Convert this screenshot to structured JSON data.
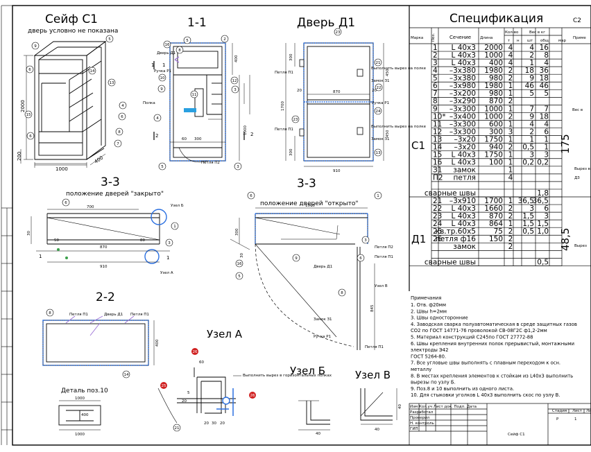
{
  "views": {
    "safe_title": "Сейф С1",
    "safe_note": "дверь условно не показана",
    "section_11": "1-1",
    "door_title": "Дверь Д1",
    "section_33a": "3-3",
    "section_33a_sub": "положение дверей \"закрыто\"",
    "section_33b": "3-3",
    "section_33b_sub": "положение дверей \"открыто\"",
    "section_22": "2-2",
    "detail_title": "Деталь поз.10",
    "node_a": "Узел А",
    "node_b": "Узел Б",
    "node_c": "Узел В"
  },
  "labels": {
    "petlya_p2": "Петля П2",
    "petlya_p1": "Петля П1",
    "zamok_z1": "Замок З1",
    "ruchka_r1": "Ручка Р1",
    "dver_d1": "Дверь Д1",
    "polka": "Полка",
    "zamok_b": "Замок З1",
    "uzel_a": "Узел А",
    "uzel_b": "Узел Б",
    "uzel_v": "Узел В",
    "vypolnit": "Выполнить вырез в горизонтальных полках",
    "vypolnit_note": "Выполнить вырез на полке"
  },
  "dims": {
    "h2000": "2000",
    "h200": "200",
    "w1000": "1000",
    "d400": "400",
    "w700": "700",
    "w870": "870",
    "w910": "910",
    "w1000b": "1000",
    "h300": "300",
    "h1700": "1700",
    "h450": "450",
    "h400": "400",
    "h870": "870",
    "w60": "60",
    "w30": "30",
    "w20": "20",
    "w40": "40",
    "w50": "50",
    "w80": "80",
    "w5": "5",
    "w845": "845"
  },
  "spec": {
    "title": "Спецификация",
    "sheet_code": "С2",
    "headers": {
      "marka": "Марка",
      "poz": "Поз.",
      "sechenie": "Сечение",
      "dlina": "Длина",
      "kolvo": "Кол-во",
      "m": "т",
      "n": "н",
      "ves": "Вес в кг",
      "sht": "шт",
      "obshch": "общ",
      "mar": "мар",
      "prim": "Приме"
    },
    "groups": [
      {
        "marka": "С1",
        "total": "175"
      },
      {
        "marka": "Д1",
        "total": "48,5"
      }
    ],
    "rows": [
      {
        "poz": "1",
        "sech": "L  40x3",
        "dl": "2000",
        "t": "4",
        "n": "",
        "sht": "4",
        "obsh": "16"
      },
      {
        "poz": "2",
        "sech": "L  40x3",
        "dl": "1000",
        "t": "4",
        "n": "",
        "sht": "2",
        "obsh": "8"
      },
      {
        "poz": "3",
        "sech": "L  40x3",
        "dl": "400",
        "t": "4",
        "n": "",
        "sht": "1",
        "obsh": "4"
      },
      {
        "poz": "4",
        "sech": "–3x380",
        "dl": "1980",
        "t": "2",
        "n": "",
        "sht": "18",
        "obsh": "36"
      },
      {
        "poz": "5",
        "sech": "–3x380",
        "dl": "980",
        "t": "2",
        "n": "",
        "sht": "9",
        "obsh": "18"
      },
      {
        "poz": "6",
        "sech": "–3x980",
        "dl": "1980",
        "t": "1",
        "n": "",
        "sht": "46",
        "obsh": "46"
      },
      {
        "poz": "7",
        "sech": "–3x200",
        "dl": "980",
        "t": "1",
        "n": "",
        "sht": "5",
        "obsh": "5"
      },
      {
        "poz": "8",
        "sech": "–3x290",
        "dl": "870",
        "t": "2",
        "n": "",
        "sht": "",
        "obsh": ""
      },
      {
        "poz": "9",
        "sech": "–3x300",
        "dl": "1000",
        "t": "1",
        "n": "",
        "sht": "7",
        "obsh": "7"
      },
      {
        "poz": "10*",
        "sech": "–3x400",
        "dl": "1000",
        "t": "2",
        "n": "",
        "sht": "9",
        "obsh": "18"
      },
      {
        "poz": "11",
        "sech": "–3x300",
        "dl": "600",
        "t": "1",
        "n": "",
        "sht": "4",
        "obsh": "4"
      },
      {
        "poz": "12",
        "sech": "–3x300",
        "dl": "300",
        "t": "3",
        "n": "",
        "sht": "2",
        "obsh": "6"
      },
      {
        "poz": "13",
        "sech": "–3x20",
        "dl": "1750",
        "t": "1",
        "n": "",
        "sht": "1",
        "obsh": "1"
      },
      {
        "poz": "14",
        "sech": "–3x20",
        "dl": "940",
        "t": "2",
        "n": "",
        "sht": "0,5",
        "obsh": "1"
      },
      {
        "poz": "15",
        "sech": "L  40x3",
        "dl": "1750",
        "t": "1",
        "n": "",
        "sht": "3",
        "obsh": "3"
      },
      {
        "poz": "16",
        "sech": "L  40x3",
        "dl": "100",
        "t": "1",
        "n": "",
        "sht": "0,2",
        "obsh": "0,2"
      },
      {
        "poz": "З1",
        "sech": "замок",
        "dl": "",
        "t": "1",
        "n": "",
        "sht": "",
        "obsh": ""
      },
      {
        "poz": "П2",
        "sech": "петля",
        "dl": "",
        "t": "4",
        "n": "",
        "sht": "",
        "obsh": ""
      },
      {
        "poz": "",
        "sech": "",
        "dl": "",
        "t": "",
        "n": "",
        "sht": "",
        "obsh": ""
      },
      {
        "poz": "",
        "sech": "сварные швы",
        "dl": "",
        "t": "",
        "n": "",
        "sht": "",
        "obsh": "1,8"
      },
      {
        "poz": "21",
        "sech": "–3x910",
        "dl": "1700",
        "t": "1",
        "n": "",
        "sht": "36,5",
        "obsh": "36,5"
      },
      {
        "poz": "22",
        "sech": "L  40x3",
        "dl": "1660",
        "t": "2",
        "n": "",
        "sht": "3",
        "obsh": "6"
      },
      {
        "poz": "23",
        "sech": "L  40x3",
        "dl": "870",
        "t": "2",
        "n": "",
        "sht": "1,5",
        "obsh": "3"
      },
      {
        "poz": "24",
        "sech": "L  40x3",
        "dl": "864",
        "t": "1",
        "n": "",
        "sht": "1,5",
        "obsh": "1,5"
      },
      {
        "poz": "25",
        "sech": "кв.тр.60x5",
        "dl": "75",
        "t": "2",
        "n": "",
        "sht": "0,5",
        "obsh": "1,0"
      },
      {
        "poz": "26",
        "sech": "петля   ф16",
        "dl": "150",
        "t": "2",
        "n": "",
        "sht": "",
        "obsh": ""
      },
      {
        "poz": "",
        "sech": "замок",
        "dl": "",
        "t": "2",
        "n": "",
        "sht": "",
        "obsh": ""
      },
      {
        "poz": "",
        "sech": "",
        "dl": "",
        "t": "",
        "n": "",
        "sht": "",
        "obsh": ""
      },
      {
        "poz": "",
        "sech": "сварные швы",
        "dl": "",
        "t": "",
        "n": "",
        "sht": "",
        "obsh": "0,5"
      }
    ],
    "side": {
      "ves_b": "Вес в",
      "vyrez_a": "Вырез в",
      "d3": "Д3",
      "vyrez": "Вырез"
    }
  },
  "notes": {
    "title": "Примечания",
    "items": [
      "1. Отв. ф20мм",
      "2. Швы  h=2мм",
      "3. Швы односторонние",
      "4. Заводская сварка полуавтоматическая в среде защитных газов",
      "СО2 по ГОСТ 14771-76 проволокой СВ-08Г2С ф1,2-2мм",
      "5. Материал конструкций  С245по ГОСТ 27772-88",
      "6. Швы крепления внутренних полок прерывистый, монтажными",
      "электроды Э42",
      "ГОСТ 5264-80.",
      "7. Все угловые швы выполнять с плавным переходом к осн.",
      "металлу",
      "8. В местах крепления элементов к стойкам из L40x3 выполнить",
      "вырезы по узлу Б.",
      "9. Поз.8 и 10 выполнить из одного листа.",
      "10. Для стыковки уголков L 40x3  выполнить скос по узлу В."
    ]
  },
  "stamp": {
    "izm": "Изм Кол.уч Лист  док. Подп. Дата",
    "razrab": "Разработал",
    "prover": "Проверил",
    "nkontr": "Н. контроль",
    "gip": "ГИП",
    "name": "Сейф С1",
    "stadiya": "Стадия",
    "list": "Лист",
    "listov": "Ли",
    "stadiya_val": "Р",
    "list_val": "1"
  },
  "colors": {
    "line": "#000000",
    "blue": "#2a6fe0",
    "violet": "#9b6fd6",
    "cyan": "#2aa0e0",
    "red": "#d02020",
    "green": "#3aa04a"
  }
}
